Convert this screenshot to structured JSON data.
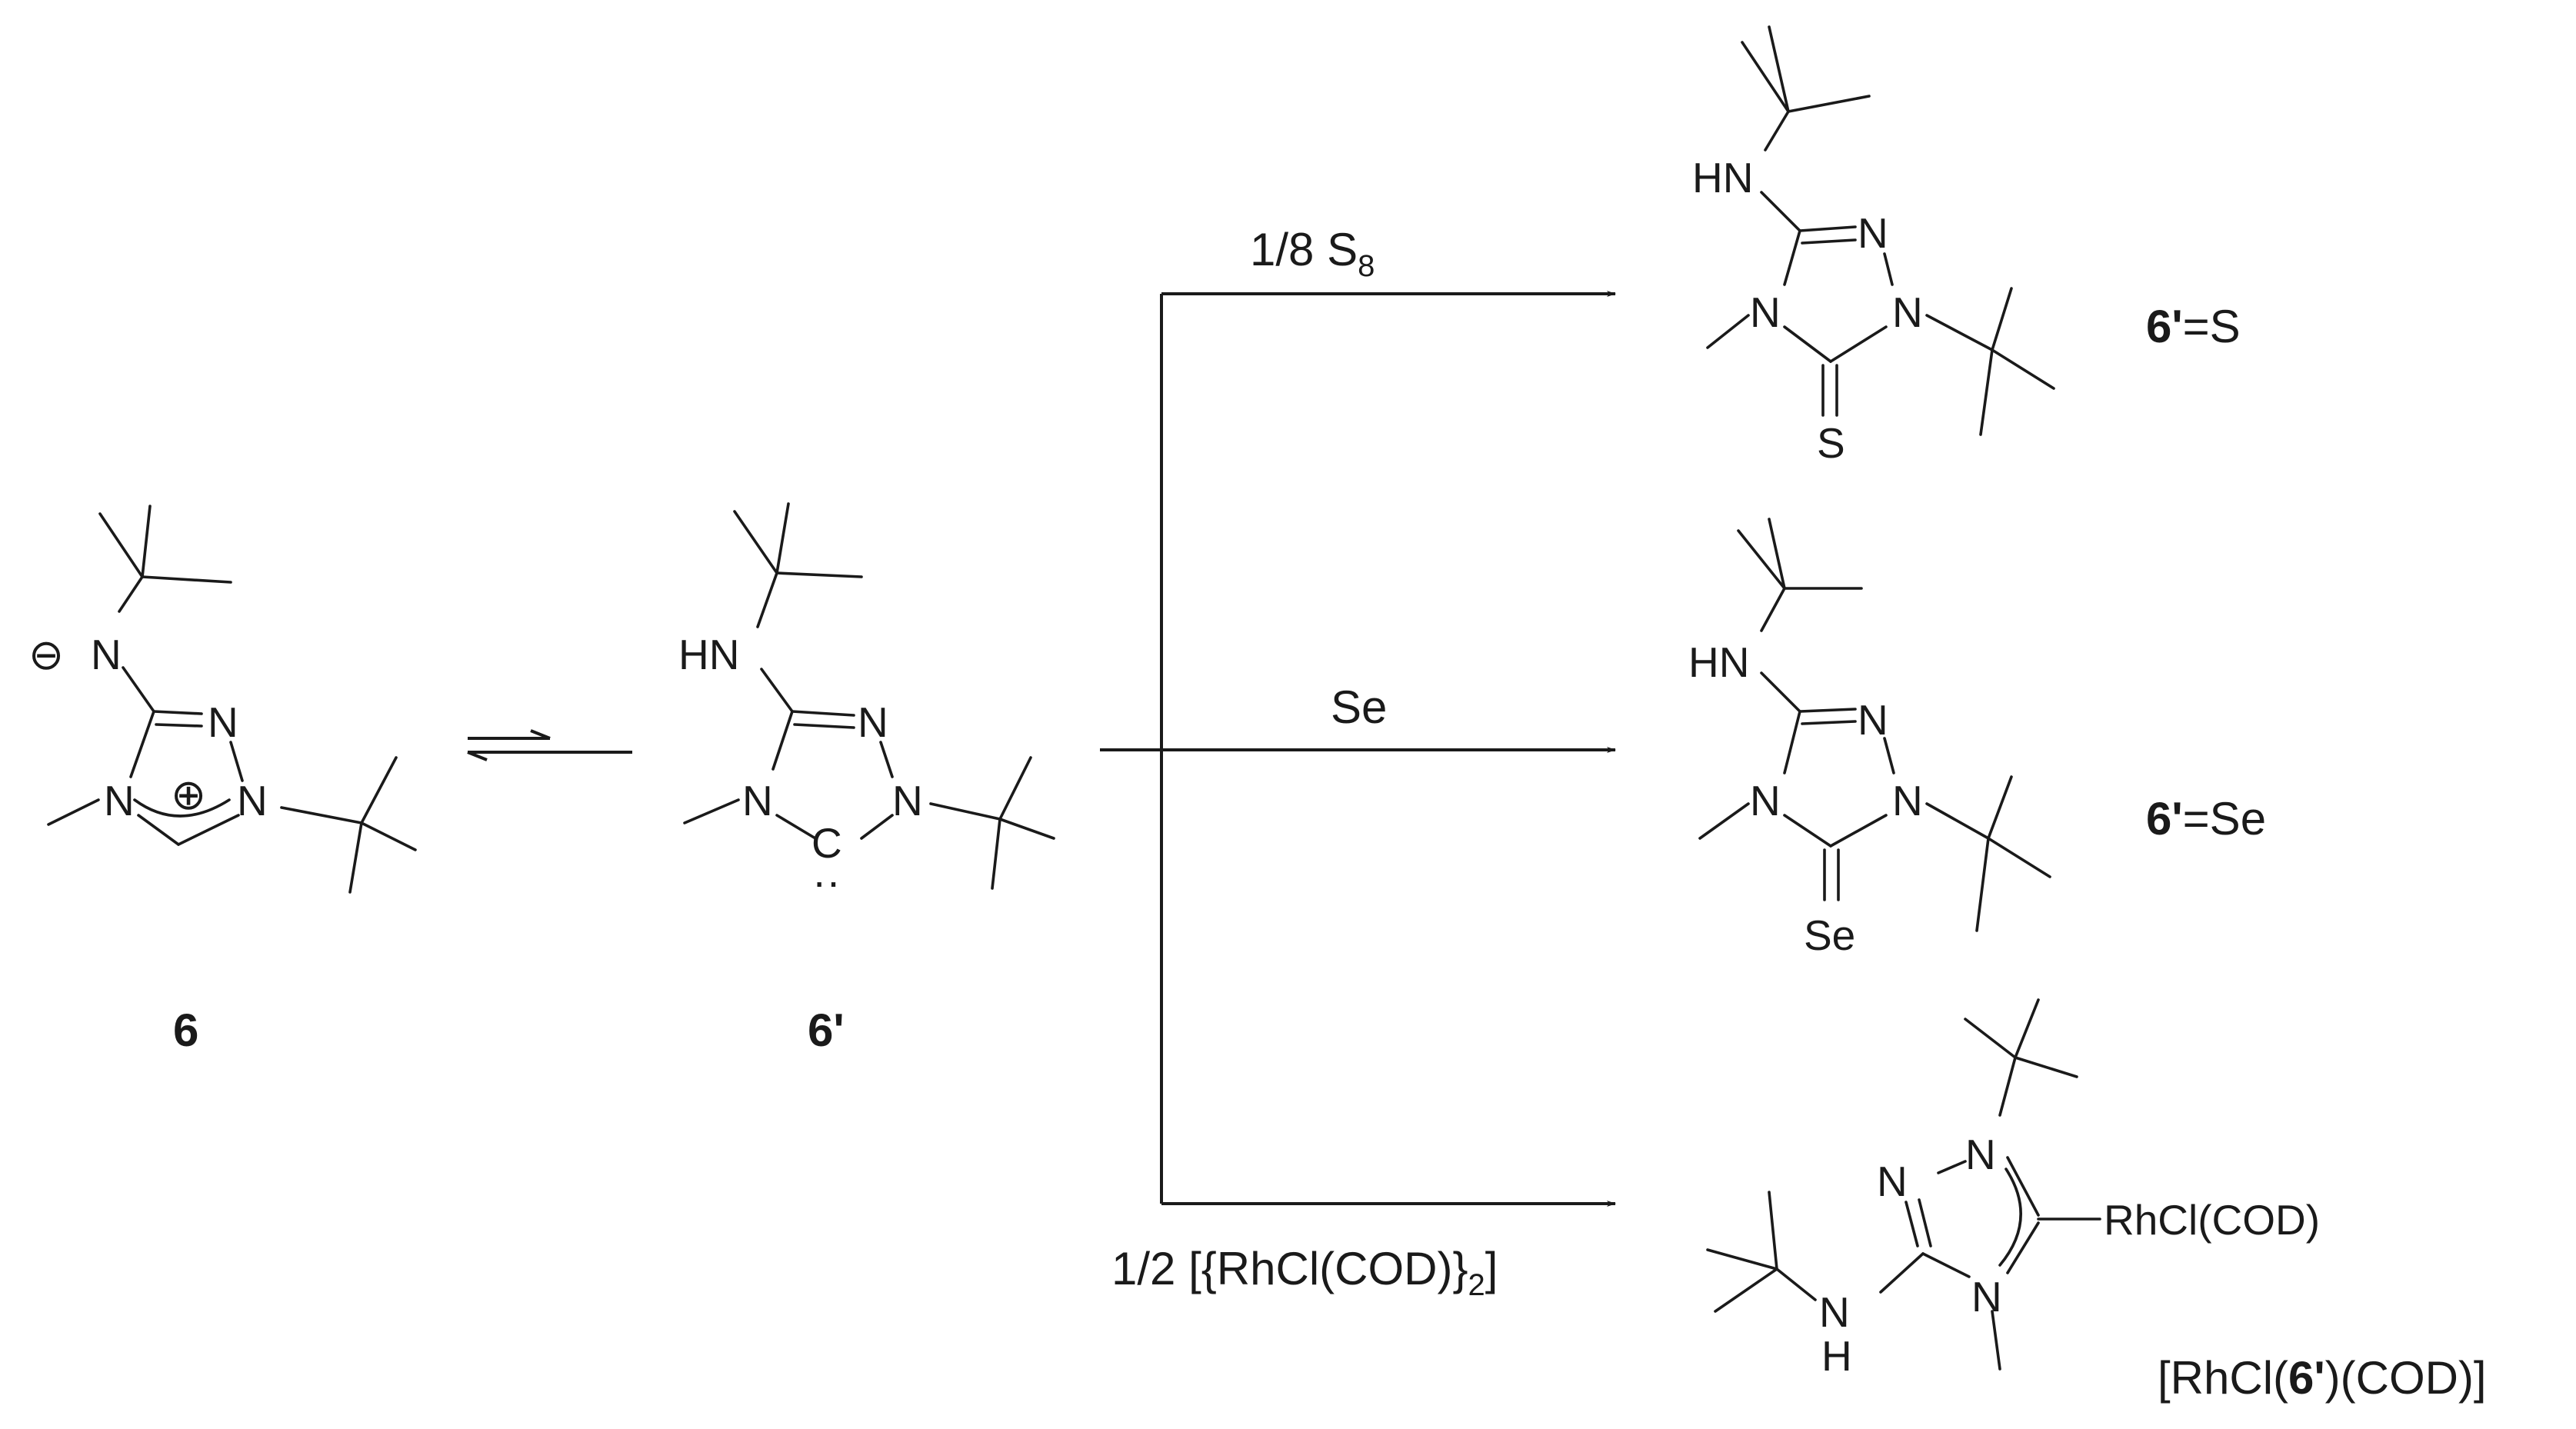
{
  "compounds": {
    "c6": "6",
    "c6p": "6'",
    "thione": {
      "bold": "6'",
      "rest": "=S"
    },
    "selone": {
      "bold": "6'",
      "rest": "=Se"
    },
    "rh": {
      "pre": "[RhCl(",
      "bold": "6'",
      "post": ")(COD)]"
    }
  },
  "reagents": {
    "sulfur": {
      "main": "1/8 S",
      "sub": "8"
    },
    "selenium": "Se",
    "rhodium": {
      "main": "1/2 [{RhCl(COD)}",
      "sub": "2",
      "tail": "]"
    }
  },
  "atoms": {
    "N": "N",
    "HN": "HN",
    "C": "C",
    "S": "S",
    "Se": "Se",
    "H": "H",
    "RhClCOD": "RhCl(COD)",
    "minus": "⊖",
    "plus": "⊕",
    "eq": "=",
    "lonepair": "··"
  }
}
